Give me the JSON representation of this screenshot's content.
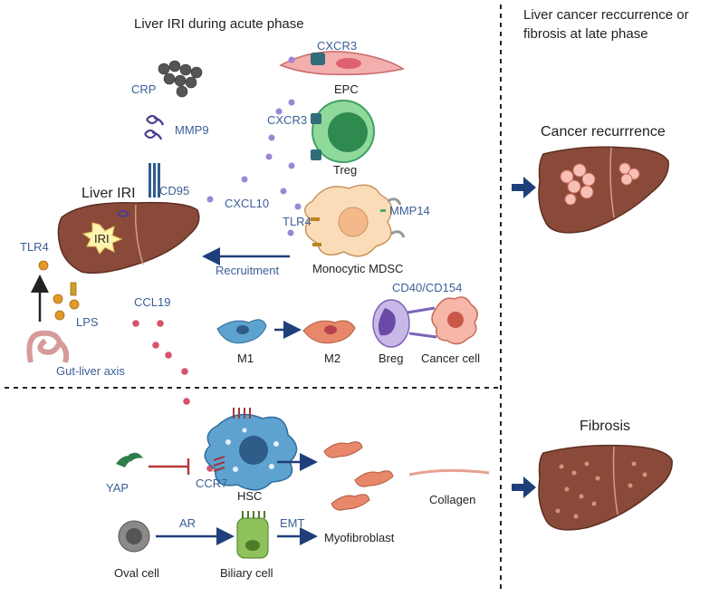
{
  "headings": {
    "acute": "Liver IRI during acute phase",
    "late_line1": "Liver cancer reccurrence or",
    "late_line2": "fibrosis at late phase",
    "cancer": "Cancer recurrrence",
    "fibrosis": "Fibrosis"
  },
  "labels": {
    "crp": "CRP",
    "mmp9": "MMP9",
    "cxcr3_top": "CXCR3",
    "epc": "EPC",
    "cxcr3_treg": "CXCR3",
    "treg": "Treg",
    "liver_iri": "Liver IRI",
    "cd95": "CD95",
    "cxcl10": "CXCL10",
    "mmp14": "MMP14",
    "tlr4_mdsc": "TLR4",
    "iri": "IRI",
    "tlr4_liver": "TLR4",
    "recruitment": "Recruitment",
    "monocytic_mdsc": "Monocytic MDSC",
    "cd40": "CD40/CD154",
    "lps": "LPS",
    "ccl19": "CCL19",
    "m1": "M1",
    "m2": "M2",
    "breg": "Breg",
    "cancer_cell": "Cancer cell",
    "gut_liver": "Gut-liver axis",
    "yap": "YAP",
    "ccr7": "CCR7",
    "hsc": "HSC",
    "collagen": "Collagen",
    "ar": "AR",
    "emt": "EMT",
    "myofibroblast": "Myofibroblast",
    "oval_cell": "Oval cell",
    "biliary_cell": "Biliary cell"
  },
  "colors": {
    "label_blue": "#3a5f96",
    "arrow_navy": "#1f3f7a",
    "liver": "#8a4a3a",
    "liver_light": "#a8604c",
    "chemokine_purple": "#9c86d6",
    "chemokine_pink": "#d6546b",
    "treg_green": "#3fa066",
    "hsc_blue": "#4f8ccf",
    "fibroblast": "#e8876a",
    "inhibit_red": "#b83a3a"
  }
}
